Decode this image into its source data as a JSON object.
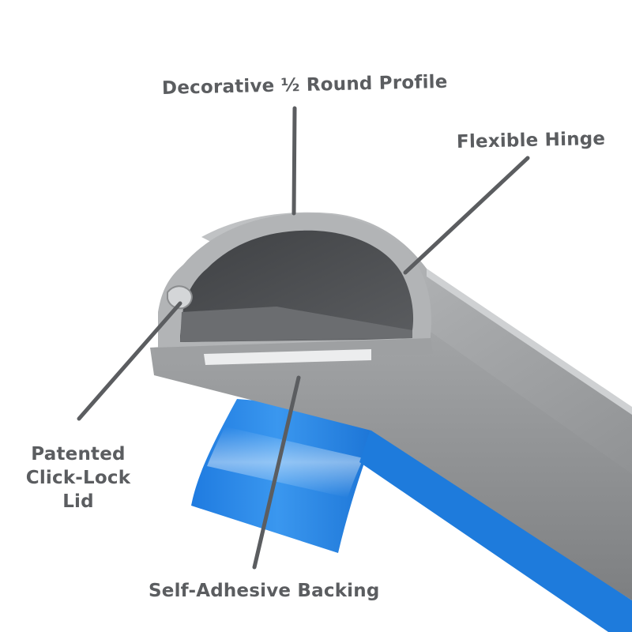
{
  "callouts": {
    "profile": "Decorative ½ Round Profile",
    "hinge": "Flexible Hinge",
    "lid": [
      "Patented",
      "Click-Lock",
      "Lid"
    ],
    "backing": "Self-Adhesive Backing"
  },
  "colors": {
    "label_text": "#5b5d60",
    "leader_line": "#5b5d60",
    "channel_body": "#a9abad",
    "channel_interior": "#4d4f52",
    "adhesive_tape": "#2b86e0",
    "adhesive_strip": "#e8e9ea"
  }
}
